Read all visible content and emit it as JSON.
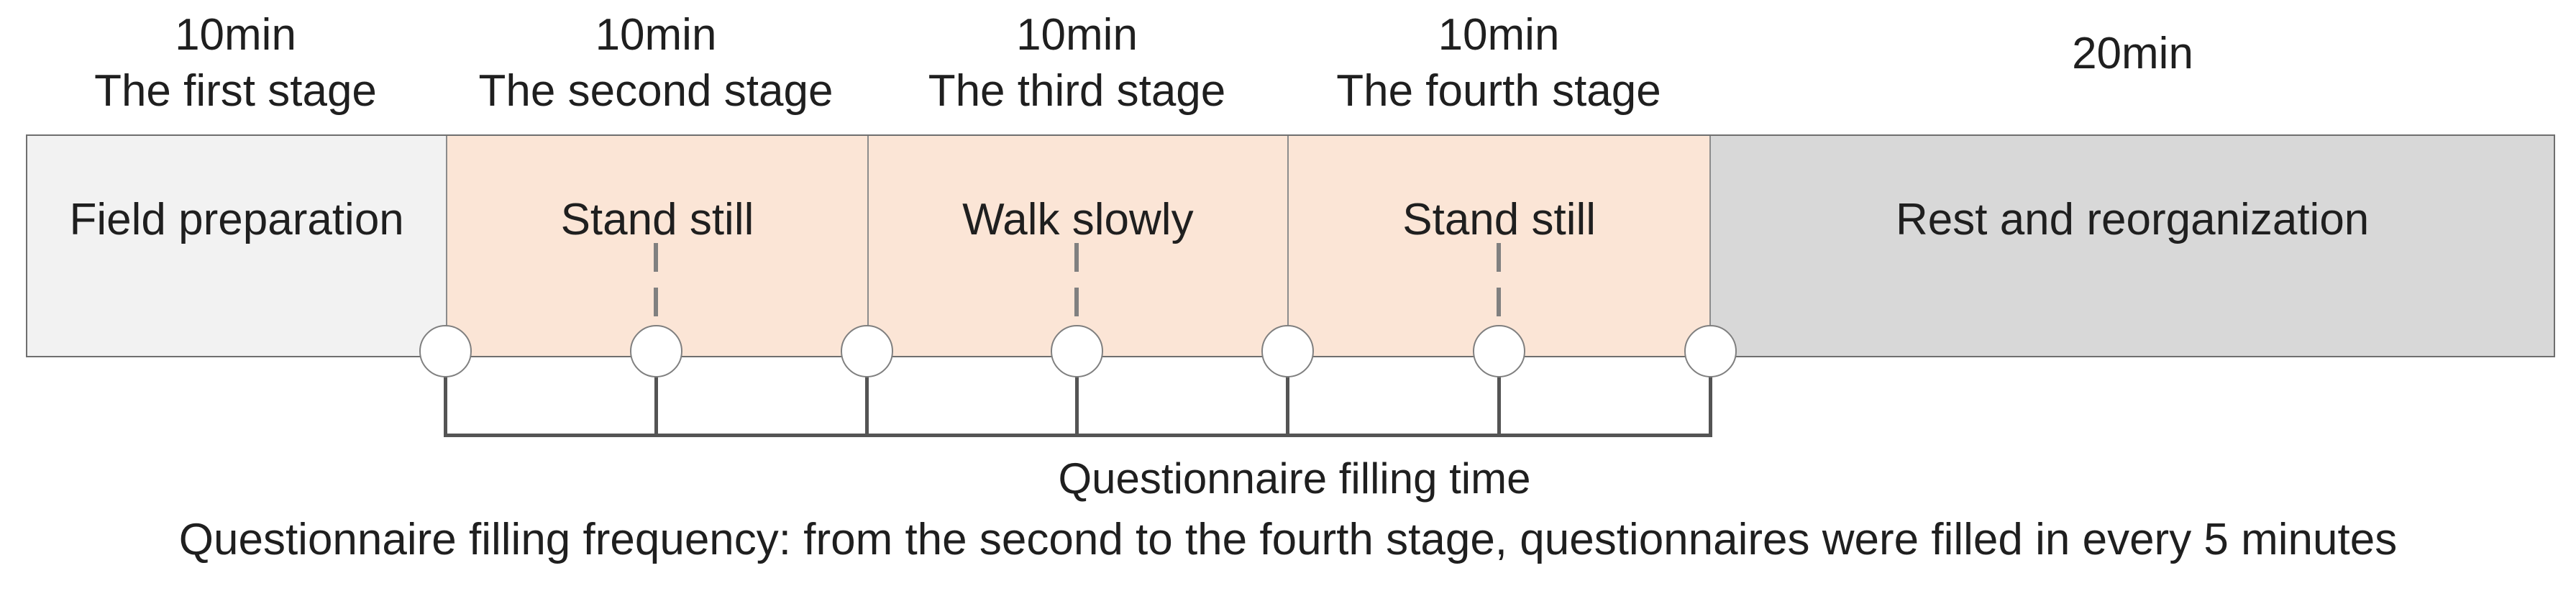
{
  "stages": [
    {
      "duration": "10min",
      "stage_label": "The first stage",
      "activity": "Field preparation",
      "fill": "#f2f2f2",
      "duration_minutes": 10
    },
    {
      "duration": "10min",
      "stage_label": "The second stage",
      "activity": "Stand still",
      "fill": "#fbe5d6",
      "duration_minutes": 10
    },
    {
      "duration": "10min",
      "stage_label": "The third stage",
      "activity": "Walk slowly",
      "fill": "#fbe5d6",
      "duration_minutes": 10
    },
    {
      "duration": "10min",
      "stage_label": "The fourth stage",
      "activity": "Stand still",
      "fill": "#fbe5d6",
      "duration_minutes": 10
    },
    {
      "duration": "20min",
      "stage_label": "",
      "activity": "Rest and reorganization",
      "fill": "#d8d8d8",
      "duration_minutes": 20
    }
  ],
  "timeline": {
    "marker_count": 7,
    "questionnaire_marker_note": "markers at boundaries and midpoints of stages two to four"
  },
  "bracket_label": "Questionnaire filling time",
  "caption": "Questionnaire filling frequency: from the second to the fourth stage, questionnaires were filled in every 5 minutes",
  "colors": {
    "stage_one_fill": "#f2f2f2",
    "active_stage_fill": "#fbe5d6",
    "rest_stage_fill": "#d8d8d8",
    "bar_border": "#6f6f6f",
    "divider": "#8c8c8c",
    "marker_outline": "#7f7f7f",
    "marker_fill": "#ffffff",
    "dashed_connector": "#808080",
    "bracket_line": "#545454",
    "text": "#1f1f1f",
    "background": "#ffffff"
  }
}
